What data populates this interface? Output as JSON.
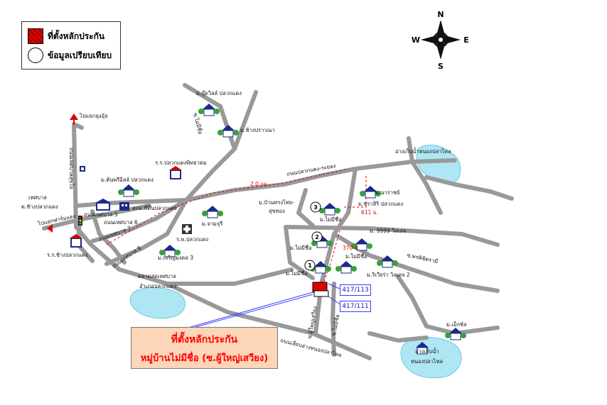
{
  "legend": {
    "site_label": "ที่ตั้งหลักประกัน",
    "compare_label": "ข้อมูลเปรียบเทียบ"
  },
  "compass": {
    "n": "N",
    "s": "S",
    "e": "E",
    "w": "W"
  },
  "callout": {
    "line1": "ที่ตั้งหลักประกัน",
    "line2": "หมู่บ้านไม่มีชื่อ (ซ.ผู้ใหญ่เสวียง)"
  },
  "plots": [
    "417/113",
    "417/111"
  ],
  "markers": [
    "1",
    "2",
    "3"
  ],
  "distances": {
    "d1": "2.0 กม.",
    "d2": "611 ม.",
    "d3": "370 ม."
  },
  "labels": {
    "to_junction": "ไปแยกลุงอุ้ย",
    "to_market": "ไปแยกฟาร์มแดง",
    "municipality": "เทศบาล",
    "pluakdaeng_station": "ต.ช้างปลวกแดง",
    "school": "ร.ร.ปลวกแดงพิทยาคม",
    "sukjai": "ถนนเทศบาลสุขใจ",
    "tonkrit": "ม.ต้นพรีอิลล์ ปลวกแดง",
    "police": "สภอ.ที่ดินปลวกแดง",
    "road6": "ถนนเทศบาล 6",
    "road5": "ถนนเทศบาล 5",
    "road7": "ถนนเทศบาล 7",
    "road8": "ถนนเทศบาล 8",
    "temple_school": "ร.ร.ช้างปลวกแดง",
    "hospital": "ร.พ.ปลวกแดง",
    "jamjuri": "ม.จามจุรี",
    "charoenmongkol": "ม.เจริญมงคล 3",
    "market": "ตลาดสดเทศบาล",
    "district_office": "อำเภอปลวกแดง",
    "goodwill": "ม.กู๊ดวิลล์ ปลวกแดง",
    "mai_mi_chue_top": "ซ.ไม่มีชื่อ",
    "changprawana": "ม.ช้างปราวณา",
    "main_road": "ถนนปลวกแดง-ระยอง",
    "village_thai": "ม.บ้านทรงไทย-",
    "sukthong": "สุขทอง",
    "reservoir_top": "อ่างเก็บน้ำหนองปลาไหล",
    "narat": "ม.นาราชย์",
    "charasiri": "ม.ชราสิริ ปลวกแดง",
    "no_name_1": "ม.ไม่มีชื่อ",
    "no_name_2": "ม.ไม่มีชื่อ",
    "no_name_3": "ม.ไม่มีชื่อ",
    "no_name_4": "ม.ไม่มีชื่อ",
    "v9999": "ม. 9999 วิลเลจ",
    "riviera": "ม.ริเวียร่า วิลเลจ 2",
    "prapichit": "ซ.พรพิชิตรามี",
    "phuyai": "ซ.ผู้ใหญ่เสวียง",
    "mai_mi_chue_bottom": "ซ.ไม่มีชื่อ",
    "bottom_road": "ถนนเลียบอ่างหนองปลาไหล",
    "excel": "ม.เอ็กซ์ล",
    "reservoir_bottom_1": "อ่างเก็บน้ำ",
    "reservoir_bottom_2": "หนองปลาไหล"
  }
}
